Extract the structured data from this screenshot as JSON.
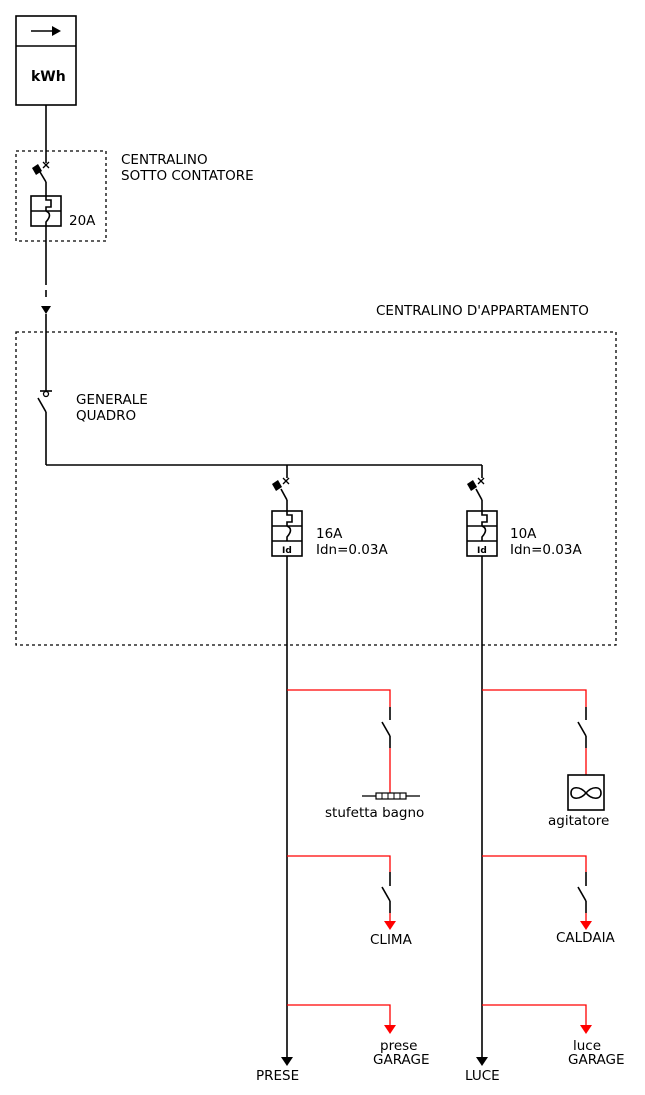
{
  "diagram": {
    "type": "electrical single-line schematic",
    "meter": {
      "unit_label": "kWh",
      "icon": "arrow-right-icon"
    },
    "sub_meter_panel": {
      "title_line1": "CENTRALINO",
      "title_line2": "SOTTO CONTATORE",
      "breaker_rating": "20A"
    },
    "apartment_panel": {
      "title": "CENTRALINO D'APPARTAMENTO",
      "main_switch_line1": "GENERALE",
      "main_switch_line2": "QUADRO",
      "breakers": [
        {
          "rating": "16A",
          "residual": "Idn=0.03A",
          "rcd_label": "Id"
        },
        {
          "rating": "10A",
          "residual": "Idn=0.03A",
          "rcd_label": "Id"
        }
      ]
    },
    "circuits": [
      {
        "name": "PRESE",
        "loads": [
          {
            "label": "stufetta bagno",
            "kind": "resistor-heater"
          },
          {
            "label": "CLIMA",
            "kind": "outlet-arrow"
          },
          {
            "label_line1": "prese",
            "label_line2": "GARAGE",
            "kind": "outlet-arrow"
          }
        ]
      },
      {
        "name": "LUCE",
        "loads": [
          {
            "label": "agitatore",
            "kind": "fan-motor"
          },
          {
            "label": "CALDAIA",
            "kind": "outlet-arrow"
          },
          {
            "label_line1": "luce",
            "label_line2": "GARAGE",
            "kind": "outlet-arrow"
          }
        ]
      }
    ],
    "colors": {
      "wire": "#000000",
      "branch": "#ff0000",
      "background": "#ffffff"
    }
  }
}
